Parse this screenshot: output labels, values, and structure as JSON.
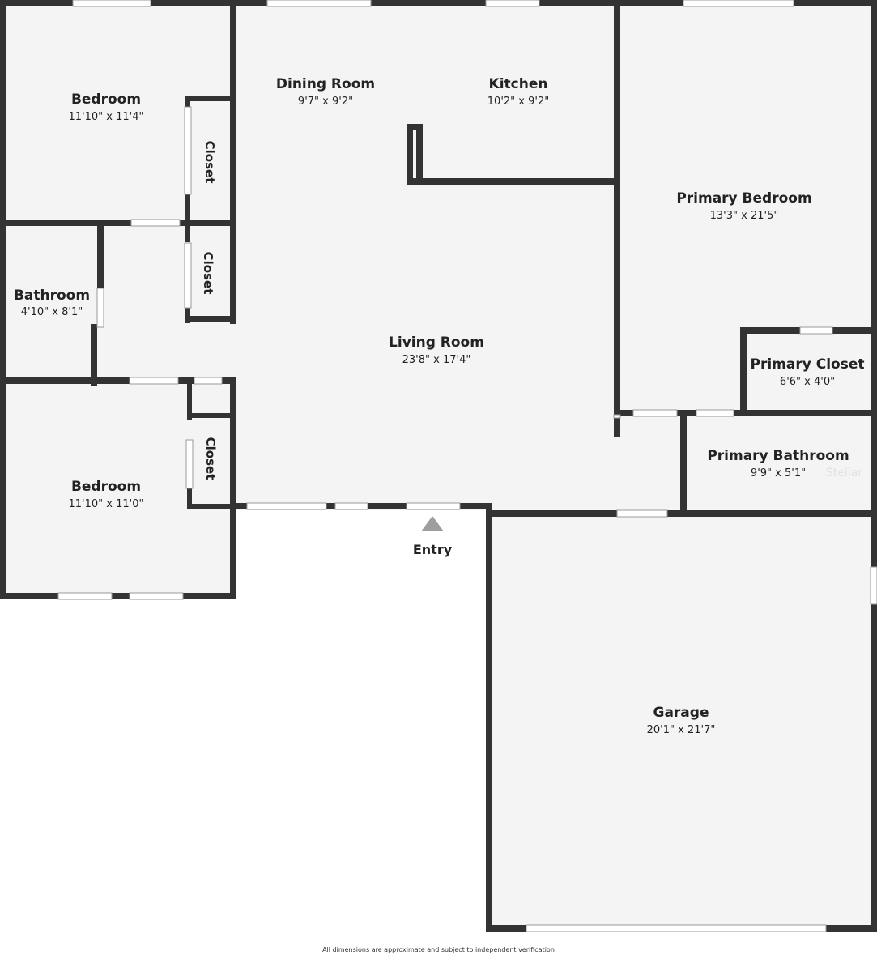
{
  "plan": {
    "rooms": [
      {
        "name": "Bedroom",
        "dimensions": "11'10\" x 11'4\""
      },
      {
        "name": "Dining Room",
        "dimensions": "9'7\" x 9'2\""
      },
      {
        "name": "Kitchen",
        "dimensions": "10'2\" x 9'2\""
      },
      {
        "name": "Primary Bedroom",
        "dimensions": "13'3\" x 21'5\""
      },
      {
        "name": "Bathroom",
        "dimensions": "4'10\" x 8'1\""
      },
      {
        "name": "Living Room",
        "dimensions": "23'8\" x 17'4\""
      },
      {
        "name": "Primary Closet",
        "dimensions": "6'6\" x 4'0\""
      },
      {
        "name": "Primary Bathroom",
        "dimensions": "9'9\" x 5'1\""
      },
      {
        "name": "Bedroom",
        "dimensions": "11'10\" x 11'0\""
      },
      {
        "name": "Garage",
        "dimensions": "20'1\" x 21'7\""
      }
    ],
    "closets": [
      "Closet",
      "Closet",
      "Closet"
    ],
    "entry_label": "Entry",
    "watermark": "Stellar",
    "footer_note": "All dimensions are approximate and subject to independent verification"
  },
  "colors": {
    "wall": "#333333",
    "floor": "#f4f4f4",
    "entry_arrow": "#9e9e9e"
  }
}
